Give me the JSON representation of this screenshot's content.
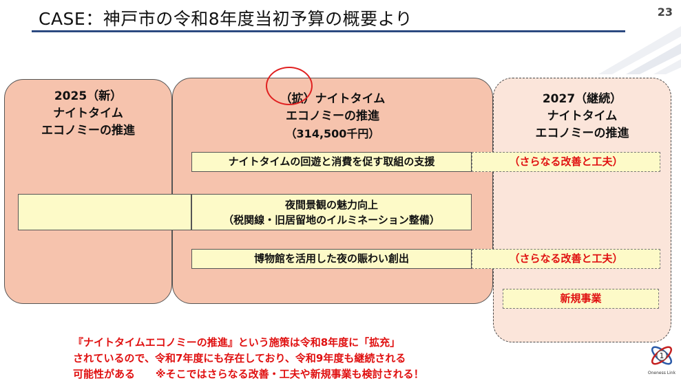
{
  "slide": {
    "title": "CASE：神戸市の令和8年度当初予算の概要より",
    "page_number": "23"
  },
  "panels": {
    "p2025": {
      "line1": "2025（新）",
      "line2": "ナイトタイム",
      "line3": "エコノミーの推進"
    },
    "p2026": {
      "line1": "（拡）ナイトタイム",
      "line2": "エコノミーの推進",
      "line3": "（314,500千円）"
    },
    "p2027": {
      "line1": "2027（継続）",
      "line2": "ナイトタイム",
      "line3": "エコノミーの推進"
    }
  },
  "bars": {
    "support": "ナイトタイムの回遊と消費を促す取組の支援",
    "support_2027": "（さらなる改善と工夫）",
    "night_view_line1": "夜間景観の魅力向上",
    "night_view_line2": "（税関線・旧居留地のイルミネーション整備）",
    "museum": "博物館を活用した夜の賑わい創出",
    "museum_2027": "（さらなる改善と工夫）",
    "new_project": "新規事業"
  },
  "note": {
    "line1": "『ナイトタイムエコノミーの推進』という施策は令和8年度に「拡充」",
    "line2": "されているので、令和7年度にも存在しており、令和9年度も継続される",
    "line3": "可能性がある　　※そこではさらなる改善・工夫や新規事業も検討される！"
  },
  "logo": {
    "number": "1",
    "text": "Oneness Link"
  },
  "colors": {
    "title_rule": "#2c4a80",
    "panel_fill": "#f6c3ad",
    "panel_future_fill": "#fbe5da",
    "bar_fill": "#fdfac8",
    "accent_red": "#e01010",
    "circle_red": "#e02020"
  }
}
